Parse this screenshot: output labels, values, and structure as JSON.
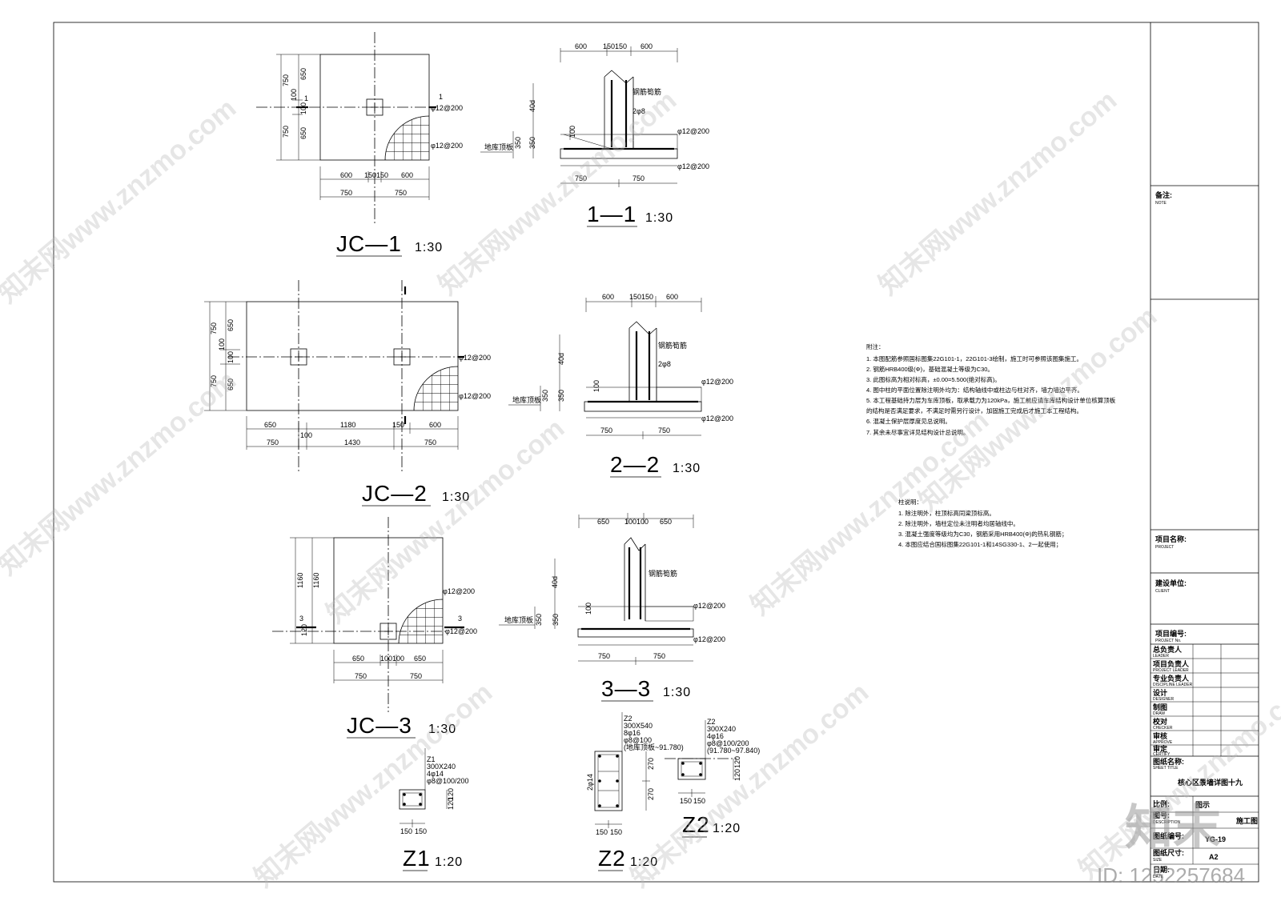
{
  "plans": [
    {
      "title": "JC—1",
      "scale": "1:30"
    },
    {
      "title": "JC—2",
      "scale": "1:30"
    },
    {
      "title": "JC—3",
      "scale": "1:30"
    }
  ],
  "sections": [
    {
      "title": "1—1",
      "scale": "1:30"
    },
    {
      "title": "2—2",
      "scale": "1:30"
    },
    {
      "title": "3—3",
      "scale": "1:30"
    }
  ],
  "columns": [
    {
      "title": "Z1",
      "scale": "1:20",
      "spec": [
        "Z1",
        "300X240",
        "4φ14",
        "φ8@100/200"
      ]
    },
    {
      "title": "Z2",
      "scale": "1:20",
      "spec": [
        "Z2",
        "300X540",
        "8φ16",
        "φ8@100",
        "(地库顶板~91.780)"
      ]
    },
    {
      "title": "Z2",
      "scale": "1:20",
      "spec": [
        "Z2",
        "300X240",
        "4φ16",
        "φ8@100/200",
        "(91.780~97.840)"
      ]
    }
  ],
  "dims": {
    "jc1_top": [
      "600",
      "150150",
      "600"
    ],
    "jc1_bot": [
      "750",
      "750"
    ],
    "jc1_left": [
      "750",
      "100",
      "750"
    ],
    "jc1_left2": [
      "650",
      "100",
      "650"
    ],
    "jc2_top": [
      "650",
      "1180",
      "150",
      "600"
    ],
    "jc2_bot": [
      "750",
      "100",
      "1430",
      "750"
    ],
    "jc2_left": [
      "750",
      "100",
      "750"
    ],
    "jc2_left2": [
      "650",
      "100",
      "650"
    ],
    "jc3_top": [
      "650",
      "100100",
      "650"
    ],
    "jc3_bot": [
      "750",
      "750"
    ],
    "jc3_left": [
      "1160",
      "120"
    ],
    "sec_top_a": [
      "600",
      "150150",
      "600"
    ],
    "sec_top_b": [
      "650",
      "100100",
      "650"
    ],
    "sec_bot": [
      "750",
      "750"
    ],
    "sec_v": [
      "40d",
      "350",
      "100"
    ],
    "z_dims": [
      "150",
      "150",
      "120",
      "120",
      "270",
      "270",
      "2φ14"
    ]
  },
  "rebar": {
    "r1": "φ12@200",
    "r2": "φ12@200",
    "r3": "φ12@200",
    "stirrup": "钢筋筍筋",
    "tie": "2φ8",
    "slab": "地库顶板",
    "cut1": "1",
    "cut3": "3"
  },
  "notes": {
    "heading": "附注：",
    "items": [
      "1. 本图配筋参照国标图集22G101-1，22G101-3绘制，施工时可参照该图集施工。",
      "2. 钢筋HRB400级(Φ)，基础混凝土等级为C30。",
      "3. 此图标高为相对标高，±0.00=5.500(绝对标高)。",
      "4. 图中柱的平面位置除注明外均为：结构轴线中或柱边与柱对齐，墙力墙边平齐。",
      "5. 本工程基础持力层为车库顶板，取承载力为120kPa，施工前应请车库结构设计单位核算顶板",
      "   的结构是否满足要求，不满足时需另行设计，加固施工完成后才施工本工程结构。",
      "6. 混凝土保护层厚度见总说明。",
      "7. 其余未尽事宜详见结构设计总说明。"
    ]
  },
  "col_notes": {
    "heading": "柱说明：",
    "items": [
      "1. 除注明外，柱顶标高同梁顶标高。",
      "2. 除注明外，墙柱定位未注明者均居轴线中。",
      "3. 混凝土强度等级均为C30，钢筋采用HRB400(Φ)的热轧钢筋；",
      "4. 本图应结合国标图集22G101-1和14SG330-1、2一起使用；"
    ]
  },
  "title_block": {
    "note_label": "备注:",
    "note_en": "NOTE",
    "project_label": "项目名称:",
    "project_en": "PROJECT",
    "client_label": "建设单位:",
    "client_en": "CLIENT",
    "project_no_label": "项目编号:",
    "project_no_en": "PROJECT No.",
    "roles": [
      {
        "cn": "总负责人",
        "en": "LEADER"
      },
      {
        "cn": "项目负责人",
        "en": "PROJECT LEADER"
      },
      {
        "cn": "专业负责人",
        "en": "DISCIPLINE LEADER"
      },
      {
        "cn": "设计",
        "en": "DESIGNER"
      },
      {
        "cn": "制图",
        "en": "DRAW"
      },
      {
        "cn": "校对",
        "en": "CHECKER"
      },
      {
        "cn": "审核",
        "en": "APPROVE"
      },
      {
        "cn": "审定",
        "en": "CERTIFY"
      }
    ],
    "sheet_title_label": "图纸名称:",
    "sheet_title_en": "SHEET TITLE",
    "sheet_title": "核心区景墙详图十九",
    "scale_label": "比例:",
    "scale_value": "图示",
    "description_label": "图号:",
    "description_en": "DESCRIPTION",
    "stage": "施工图",
    "sheet_no_label": "图纸编号:",
    "sheet_no": "YG-19",
    "size_label": "图纸尺寸:",
    "size_en": "SIZE",
    "size_value": "A2",
    "date_label": "日期:",
    "date_en": "DATE"
  },
  "watermark": {
    "brand": "知末",
    "text": "知末网www.znzmo.com",
    "id": "ID: 1252257684"
  }
}
